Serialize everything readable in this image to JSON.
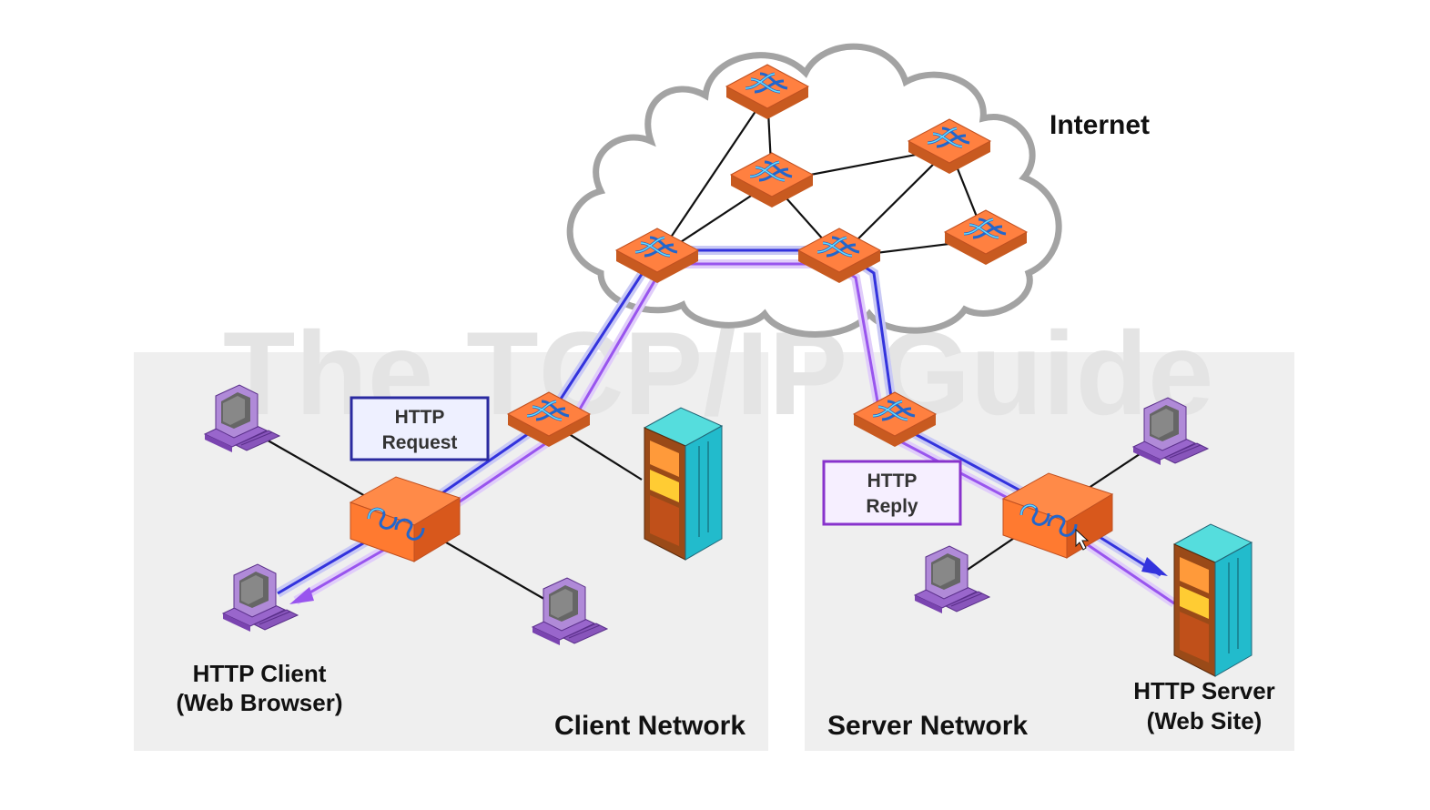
{
  "watermark": "The TCP/IP Guide",
  "labels": {
    "internet": "Internet",
    "http_request_line1": "HTTP",
    "http_request_line2": "Request",
    "http_reply_line1": "HTTP",
    "http_reply_line2": "Reply",
    "client_line1": "HTTP Client",
    "client_line2": "(Web Browser)",
    "server_line1": "HTTP Server",
    "server_line2": "(Web Site)",
    "client_network": "Client Network",
    "server_network": "Server Network"
  },
  "colors": {
    "network_panel": "#efefef",
    "router_orange": "#ff7f3f",
    "request_path": "#3333dd",
    "reply_path": "#9955ee",
    "request_box": "#2a2aa0",
    "reply_box": "#8833cc",
    "workstation": "#9966cc",
    "server_cyan": "#33cccc",
    "cloud_outline": "#999999"
  }
}
